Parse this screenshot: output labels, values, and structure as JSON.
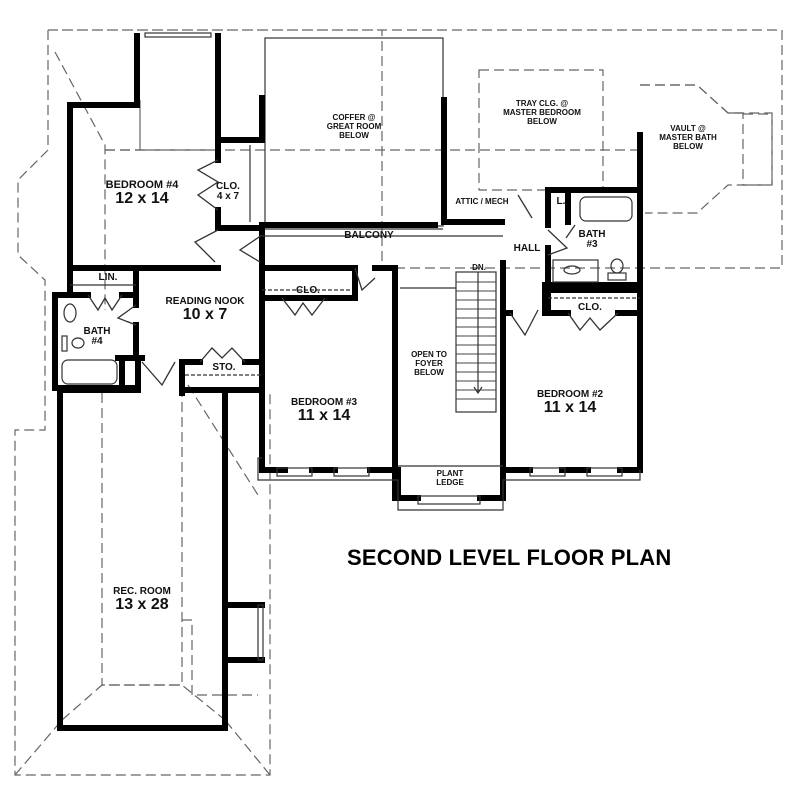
{
  "title": "SECOND LEVEL FLOOR PLAN",
  "colors": {
    "wall": "#000000",
    "dashed": "#666666",
    "background": "#ffffff"
  },
  "rooms": {
    "bedroom4": {
      "name": "BEDROOM #4",
      "dim": "12 x 14"
    },
    "closet4": {
      "name": "CLO.",
      "dim": "4 x 7"
    },
    "reading_nook": {
      "name": "READING NOOK",
      "dim": "10 x 7"
    },
    "linen": {
      "name": "LIN."
    },
    "bath4": {
      "name": "BATH",
      "number": "#4"
    },
    "storage": {
      "name": "STO."
    },
    "rec_room": {
      "name": "REC. ROOM",
      "dim": "13 x 28"
    },
    "bedroom3": {
      "name": "BEDROOM #3",
      "dim": "11 x 14"
    },
    "closet3": {
      "name": "CLO."
    },
    "bedroom2": {
      "name": "BEDROOM #2",
      "dim": "11 x 14"
    },
    "closet2": {
      "name": "CLO."
    },
    "bath3": {
      "name": "BATH",
      "number": "#3"
    },
    "linen3": {
      "name": "L."
    },
    "hall": {
      "name": "HALL"
    },
    "balcony": {
      "name": "BALCONY"
    },
    "attic": {
      "name": "ATTIC / MECH"
    }
  },
  "notes": {
    "coffer": [
      "COFFER @",
      "GREAT ROOM",
      "BELOW"
    ],
    "tray": [
      "TRAY CLG. @",
      "MASTER BEDROOM",
      "BELOW"
    ],
    "vault": [
      "VAULT @",
      "MASTER BATH",
      "BELOW"
    ],
    "open_foyer": [
      "OPEN TO",
      "FOYER",
      "BELOW"
    ],
    "plant_ledge": [
      "PLANT",
      "LEDGE"
    ],
    "stair_dn": "DN."
  }
}
